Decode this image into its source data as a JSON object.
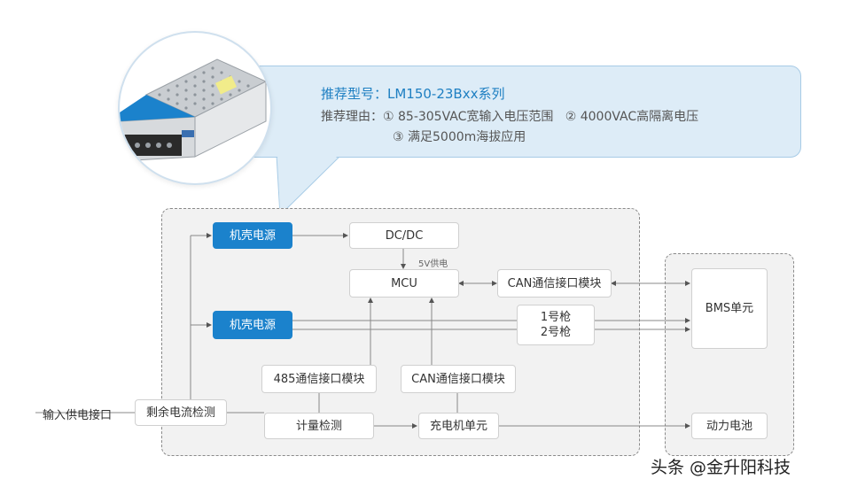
{
  "callout": {
    "title": "推荐型号：LM150-23Bxx系列",
    "reason_line1": "推荐理由：① 85-305VAC宽输入电压范围   ② 4000VAC高隔离电压",
    "reason_line2": "③ 满足5000m海拔应用"
  },
  "nodes": {
    "case_power_1": "机壳电源",
    "dcdc": "DC/DC",
    "mcu": "MCU",
    "can_module_top": "CAN通信接口模块",
    "case_power_2": "机壳电源",
    "gun_1": "1号枪",
    "gun_2": "2号枪",
    "bms": "BMS单元",
    "rs485_module": "485通信接口模块",
    "can_module_bottom": "CAN通信接口模块",
    "residual_current": "剩余电流检测",
    "metering": "计量检测",
    "charger_unit": "充电机单元",
    "power_battery": "动力电池"
  },
  "labels": {
    "input_port": "输入供电接口",
    "supply_5v": "5V供电"
  },
  "watermark": "头条 @金升阳科技",
  "colors": {
    "blue": "#1b82cc",
    "callout_bg": "#ddecf7",
    "title_blue": "#1e7fc2"
  }
}
